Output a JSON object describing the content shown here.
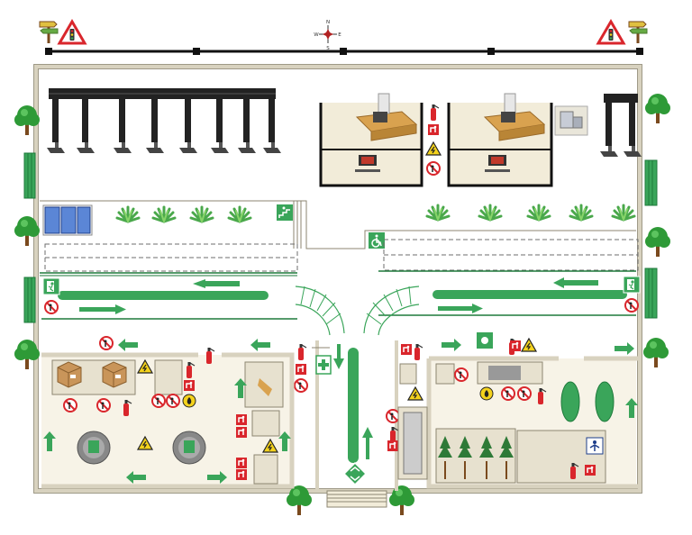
{
  "compass": {
    "n": "N",
    "s": "S",
    "e": "E",
    "w": "W"
  },
  "colors": {
    "wall": "#d8d2bf",
    "wall_edge": "#8c8672",
    "room_floor": "#f7f3e7",
    "green": "#3aa55a",
    "green_dark": "#1e7a3b",
    "red": "#d9262c",
    "yellow": "#f4d21c",
    "tree": "#2e9a37",
    "trunk": "#7a4a1e",
    "shelf": "#222222",
    "window": "#5b86d6",
    "road_dash": "#6e6e6e"
  },
  "icons": {
    "north_arrow": "compass-icon",
    "traffic_sign": "traffic-light-warning-icon",
    "signpost": "direction-signpost-icon",
    "extinguisher": "fire-extinguisher-icon",
    "exit": "emergency-exit-icon",
    "accessible": "wheelchair-icon",
    "no_pedestrian": "no-pedestrian-icon",
    "no_smoking": "no-smoking-icon",
    "voltage": "high-voltage-icon",
    "flammable": "flammable-icon",
    "toxic": "toxic-icon",
    "first_aid": "first-aid-icon",
    "assembly": "assembly-point-icon",
    "tree": "tree-icon",
    "plant": "plant-icon",
    "box": "cardboard-box-icon",
    "table": "round-table-icon",
    "desk": "reception-desk-icon",
    "computer": "computer-icon"
  }
}
